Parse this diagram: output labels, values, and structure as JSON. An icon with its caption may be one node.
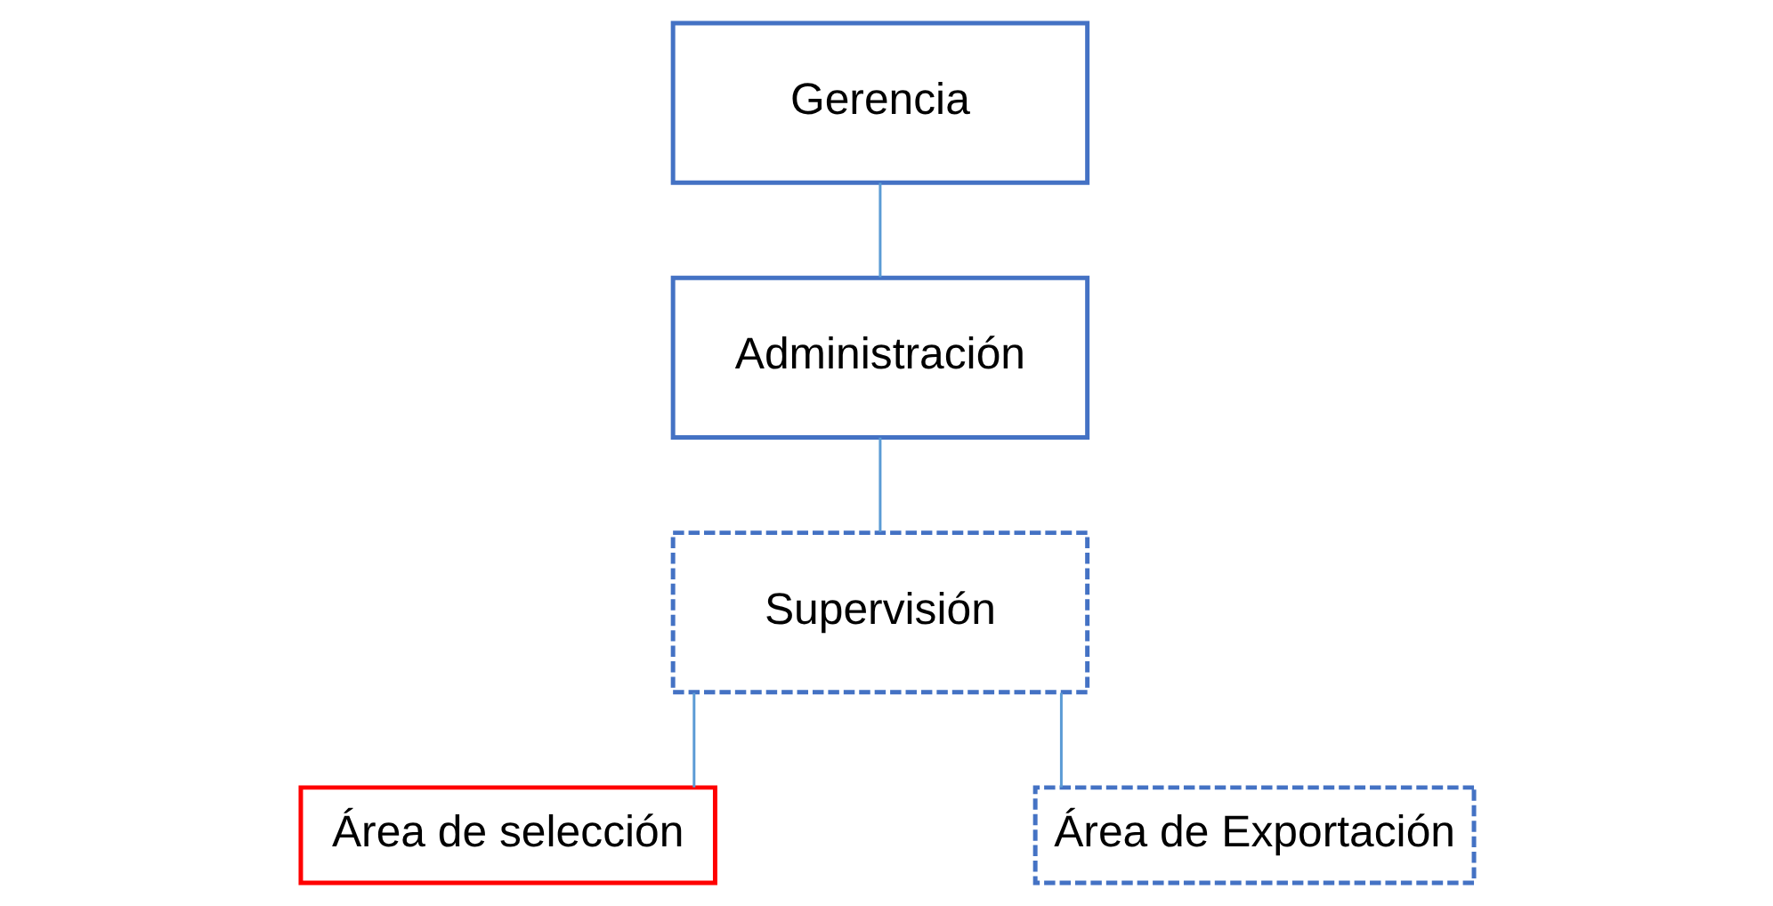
{
  "diagram": {
    "nodes": [
      {
        "text": [
          "Gerencia"
        ]
      },
      {
        "text": [
          "Administración"
        ]
      },
      {
        "text": [
          "Supervisión"
        ]
      },
      {
        "text": [
          "Área de selección"
        ]
      },
      {
        "text": [
          "Área de Exportación"
        ]
      }
    ],
    "edges": [
      {
        "from": 0,
        "to": 1,
        "arrow": "none"
      },
      {
        "from": 1,
        "to": 2,
        "arrow": "none"
      },
      {
        "from": 2,
        "to": 3,
        "arrow": "none"
      },
      {
        "from": 2,
        "to": 4,
        "arrow": "none"
      }
    ]
  }
}
